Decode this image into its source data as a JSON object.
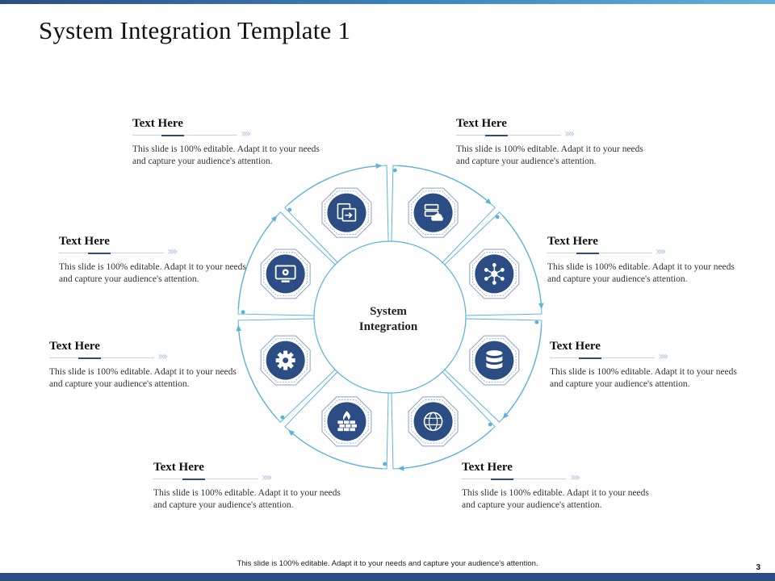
{
  "title": "System Integration Template 1",
  "center_label_line1": "System",
  "center_label_line2": "Integration",
  "footer_text": "This slide is 100% editable.  Adapt it to your needs and capture your audience's attention.",
  "page_number": "3",
  "colors": {
    "accent": "#2b4d84",
    "ring": "#5bb4d8",
    "octagon_outline": "#8aa2c2"
  },
  "blocks": [
    {
      "heading": "Text Here",
      "body": "This slide is 100% editable. Adapt it to your needs and capture your audience's attention."
    },
    {
      "heading": "Text Here",
      "body": "This slide is 100% editable. Adapt it to your needs and capture your audience's attention."
    },
    {
      "heading": "Text Here",
      "body": "This slide is 100% editable. Adapt it to your needs and capture your audience's attention."
    },
    {
      "heading": "Text Here",
      "body": "This slide is 100% editable. Adapt it to your needs and capture your audience's attention."
    },
    {
      "heading": "Text Here",
      "body": "This slide is 100% editable. Adapt it to your needs and capture your audience's attention."
    },
    {
      "heading": "Text Here",
      "body": "This slide is 100% editable. Adapt it to your needs and capture your audience's attention."
    },
    {
      "heading": "Text Here",
      "body": "This slide is 100% editable. Adapt it to your needs and capture your audience's attention."
    },
    {
      "heading": "Text Here",
      "body": "This slide is 100% editable. Adapt it to your needs and capture your audience's attention."
    }
  ],
  "icons": [
    "server-cloud-icon",
    "network-hub-icon",
    "database-icon",
    "globe-www-icon",
    "firewall-icon",
    "settings-gear-icon",
    "monitor-gear-icon",
    "window-transfer-icon"
  ]
}
